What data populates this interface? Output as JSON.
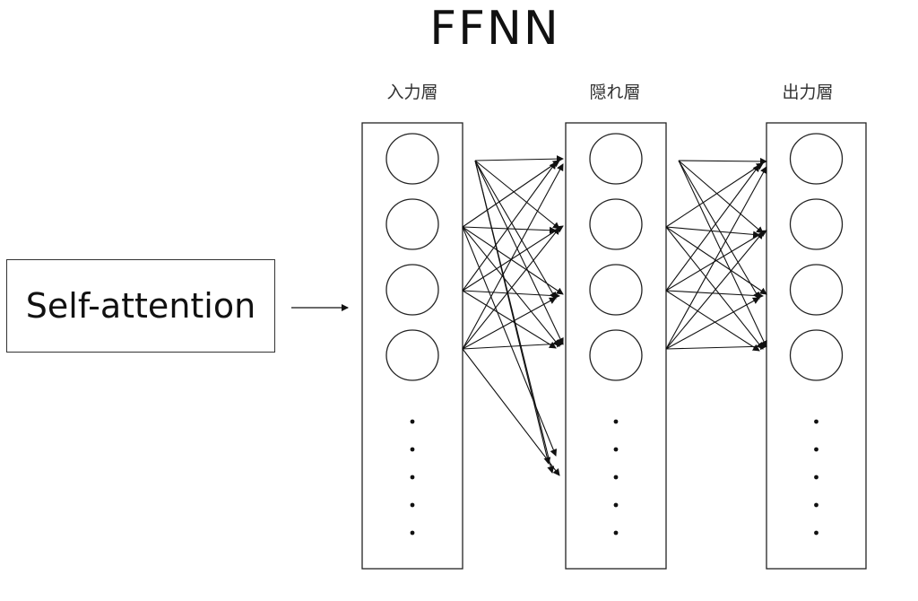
{
  "title": "FFNN",
  "input_block": {
    "label": "Self-attention"
  },
  "layers": [
    {
      "id": "input",
      "label": "入力層",
      "visible_nodes": 4,
      "ellipsis": true
    },
    {
      "id": "hidden",
      "label": "隠れ層",
      "visible_nodes": 4,
      "ellipsis": true
    },
    {
      "id": "output",
      "label": "出力層",
      "visible_nodes": 4,
      "ellipsis": true
    }
  ],
  "connections": [
    {
      "from": "Self-attention",
      "to": "input"
    },
    {
      "from": "input",
      "to": "hidden",
      "type": "fully-connected"
    },
    {
      "from": "hidden",
      "to": "output",
      "type": "fully-connected"
    }
  ],
  "colors": {
    "stroke": "#222222",
    "background": "#ffffff"
  }
}
